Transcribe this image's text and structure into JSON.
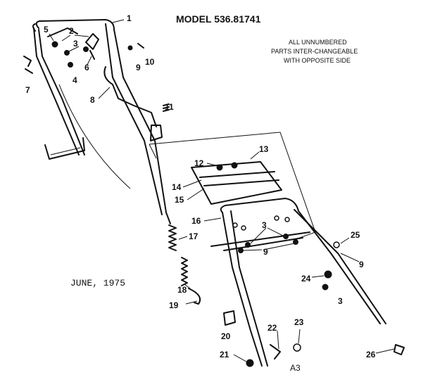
{
  "title": "MODEL 536.81741",
  "note_lines": [
    "ALL UNNUMBERED",
    "PARTS INTER-CHANGEABLE",
    "WITH OPPOSITE SIDE"
  ],
  "date": "JUNE, 1975",
  "page_code": "A3",
  "callouts": {
    "c1": "1",
    "c2": "2",
    "c3a": "3",
    "c3b": "3",
    "c3c": "3",
    "c4": "4",
    "c5": "5",
    "c6": "6",
    "c7": "7",
    "c8": "8",
    "c9a": "9",
    "c9b": "9",
    "c9c": "9",
    "c10": "10",
    "c11": "11",
    "c12": "12",
    "c13": "13",
    "c14": "14",
    "c15": "15",
    "c16": "16",
    "c17": "17",
    "c18": "18",
    "c19": "19",
    "c20": "20",
    "c21": "21",
    "c22": "22",
    "c23": "23",
    "c24": "24",
    "c25": "25",
    "c26": "26"
  }
}
